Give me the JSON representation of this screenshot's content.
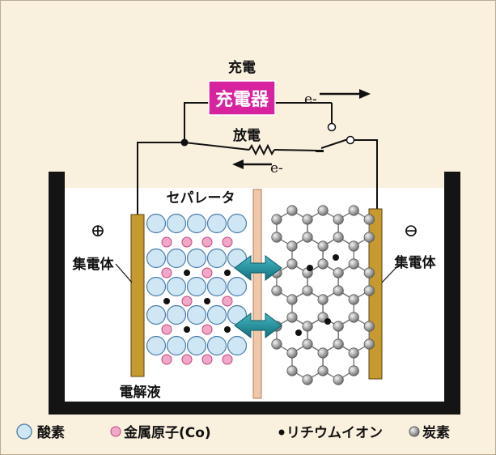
{
  "charge_label": "充電",
  "charger_label": "充電器",
  "electron_label": "e-",
  "discharge_label": "放電",
  "separator_label": "セパレータ",
  "positive_symbol": "⊕",
  "negative_symbol": "⊖",
  "collector_left": "集電体",
  "collector_right": "集電体",
  "electrolyte_label": "電解液",
  "legend": {
    "oxygen": "酸素",
    "metal": "金属原子(Co)",
    "lithium": "リチウムイオン",
    "carbon": "炭素"
  },
  "colors": {
    "charger_bg": "#d8239f",
    "oxygen": "#cfe6f5",
    "metal": "#f1a7c8",
    "lithium": "#111111",
    "carbon": "#9a9a9a",
    "collector": "#c79a2f",
    "separator": "#f1c7aa",
    "arrow": "#1f8f9c",
    "container": "#141414"
  }
}
